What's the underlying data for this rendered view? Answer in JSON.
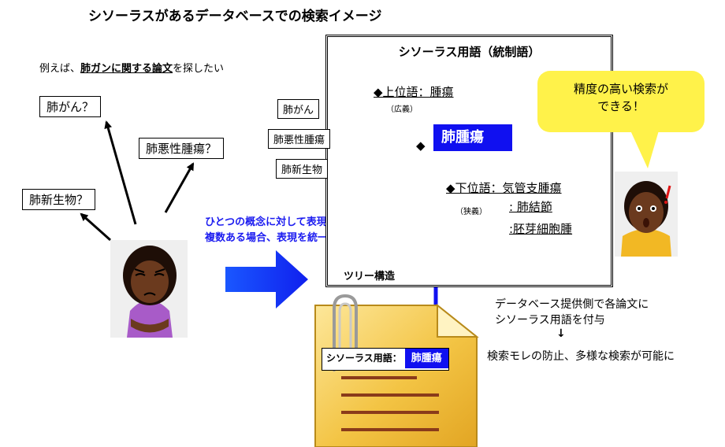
{
  "title": "シソーラスがあるデータベースでの検索イメージ",
  "intro": {
    "prefix": "例えば、",
    "emphasis": "肺ガンに関する論文",
    "suffix": "を探したい"
  },
  "queries": [
    "肺がん？",
    "肺悪性腫瘍？",
    "肺新生物？"
  ],
  "explanation": {
    "line1": "ひとつの概念に対して表現が",
    "line2": "複数ある場合、表現を統一"
  },
  "thesaurus": {
    "title": "シソーラス用語（統制語）",
    "broader_label": "◆上位語：腫瘍",
    "broader_note": "（広義）",
    "synonyms": [
      "肺がん",
      "肺悪性腫瘍",
      "肺新生物"
    ],
    "center_marker": "◆",
    "preferred_term": "肺腫瘍",
    "narrower_label": "◆下位語：気管支腫瘍",
    "narrower_note": "（狭義）",
    "narrower_items": [
      ": 肺結節",
      ":胚芽細胞腫"
    ],
    "structure_label": "ツリー構造"
  },
  "speech": {
    "line1": "精度の高い検索が",
    "line2": "できる！"
  },
  "document_tag": {
    "label": "シソーラス用語：",
    "value": "肺腫瘍"
  },
  "notes": {
    "line1": "データベース提供側で各論文に",
    "line2": "シソーラス用語を付与",
    "arrow": "↓",
    "line3": "検索モレの防止、多様な検索が可能に"
  },
  "colors": {
    "accent_blue": "#1010f0",
    "speech_yellow": "#fff24a",
    "folder_gold": "#f3c444",
    "skin_dark": "#6b3a1e"
  }
}
